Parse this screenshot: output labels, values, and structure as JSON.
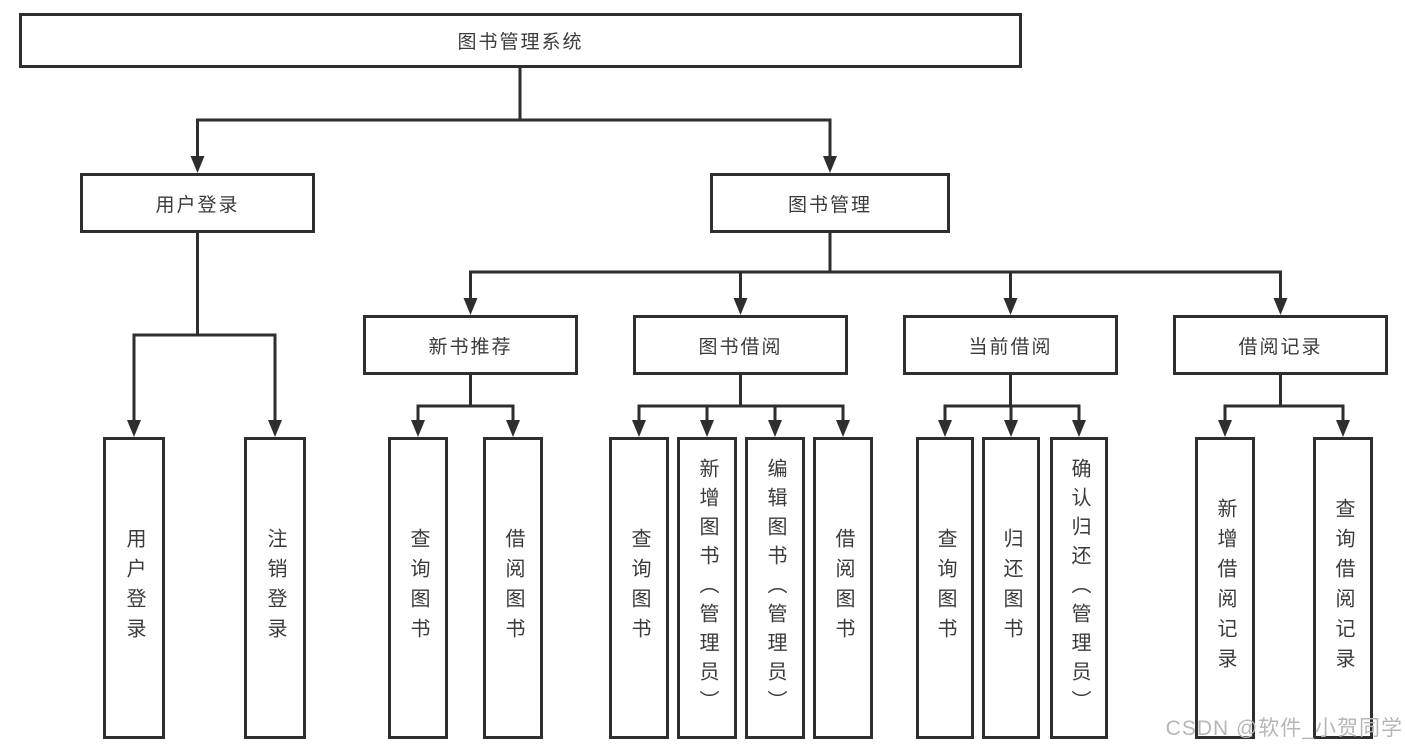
{
  "meta": {
    "watermark": "CSDN @软件_小贺同学"
  },
  "colors": {
    "background": "#ffffff",
    "line": "#2e2e2e",
    "text": "#3b3b3b",
    "watermark": "#b7b7b7"
  },
  "tree": {
    "root": {
      "label": "图书管理系统"
    },
    "branches": [
      {
        "label": "用户登录",
        "leaves": [
          {
            "label": "用户登录"
          },
          {
            "label": "注销登录"
          }
        ]
      },
      {
        "label": "图书管理",
        "groups": [
          {
            "label": "新书推荐",
            "leaves": [
              {
                "label": "查询图书"
              },
              {
                "label": "借阅图书"
              }
            ]
          },
          {
            "label": "图书借阅",
            "leaves": [
              {
                "label": "查询图书"
              },
              {
                "label": "新增图书（管理员）"
              },
              {
                "label": "编辑图书（管理员）"
              },
              {
                "label": "借阅图书"
              }
            ]
          },
          {
            "label": "当前借阅",
            "leaves": [
              {
                "label": "查询图书"
              },
              {
                "label": "归还图书"
              },
              {
                "label": "确认归还（管理员）"
              }
            ]
          },
          {
            "label": "借阅记录",
            "leaves": [
              {
                "label": "新增借阅记录"
              },
              {
                "label": "查询借阅记录"
              }
            ]
          }
        ]
      }
    ]
  }
}
